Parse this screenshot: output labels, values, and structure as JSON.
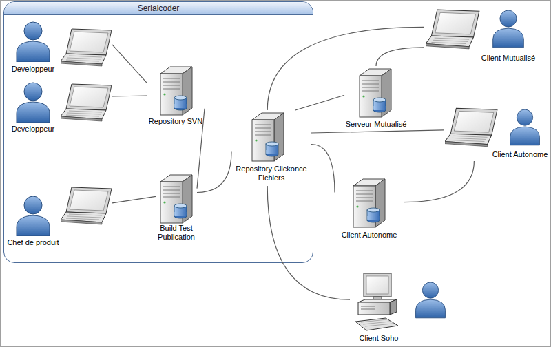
{
  "diagram": {
    "nodes": [
      {
        "text": [
          "Serialcoder"
        ]
      },
      {
        "text": [
          "Developpeur"
        ],
        "in": 0
      },
      {
        "text": [
          "Developpeur"
        ],
        "in": 0
      },
      {
        "text": [
          "Chef de produit"
        ],
        "in": 0
      },
      {
        "text": [
          "Repository SVN"
        ],
        "in": 0
      },
      {
        "text": [
          "Build Test Publication"
        ],
        "in": 0
      },
      {
        "text": [
          "Repository Clickonce Fichiers"
        ],
        "in": 0
      },
      {
        "text": [
          "Client Mutualisé"
        ]
      },
      {
        "text": [
          "Serveur Mutualisé"
        ]
      },
      {
        "text": [
          "Client Autonome"
        ]
      },
      {
        "text": [
          "Client Autonome"
        ]
      },
      {
        "text": [
          "Client Soho"
        ]
      }
    ],
    "edges": [
      {
        "from": 1,
        "to": 4,
        "arrow": "none"
      },
      {
        "from": 2,
        "to": 4,
        "arrow": "none"
      },
      {
        "from": 3,
        "to": 5,
        "arrow": "none"
      },
      {
        "from": 4,
        "to": 5,
        "arrow": "none"
      },
      {
        "from": 5,
        "to": 6,
        "arrow": "none"
      },
      {
        "from": 6,
        "to": 7,
        "arrow": "none"
      },
      {
        "from": 6,
        "to": 8,
        "arrow": "none"
      },
      {
        "from": 6,
        "to": 9,
        "arrow": "none"
      },
      {
        "from": 6,
        "to": 10,
        "arrow": "none"
      },
      {
        "from": 9,
        "to": 10,
        "arrow": "none"
      },
      {
        "from": 8,
        "to": 7,
        "arrow": "none"
      },
      {
        "from": 6,
        "to": 11,
        "arrow": "none"
      }
    ]
  }
}
